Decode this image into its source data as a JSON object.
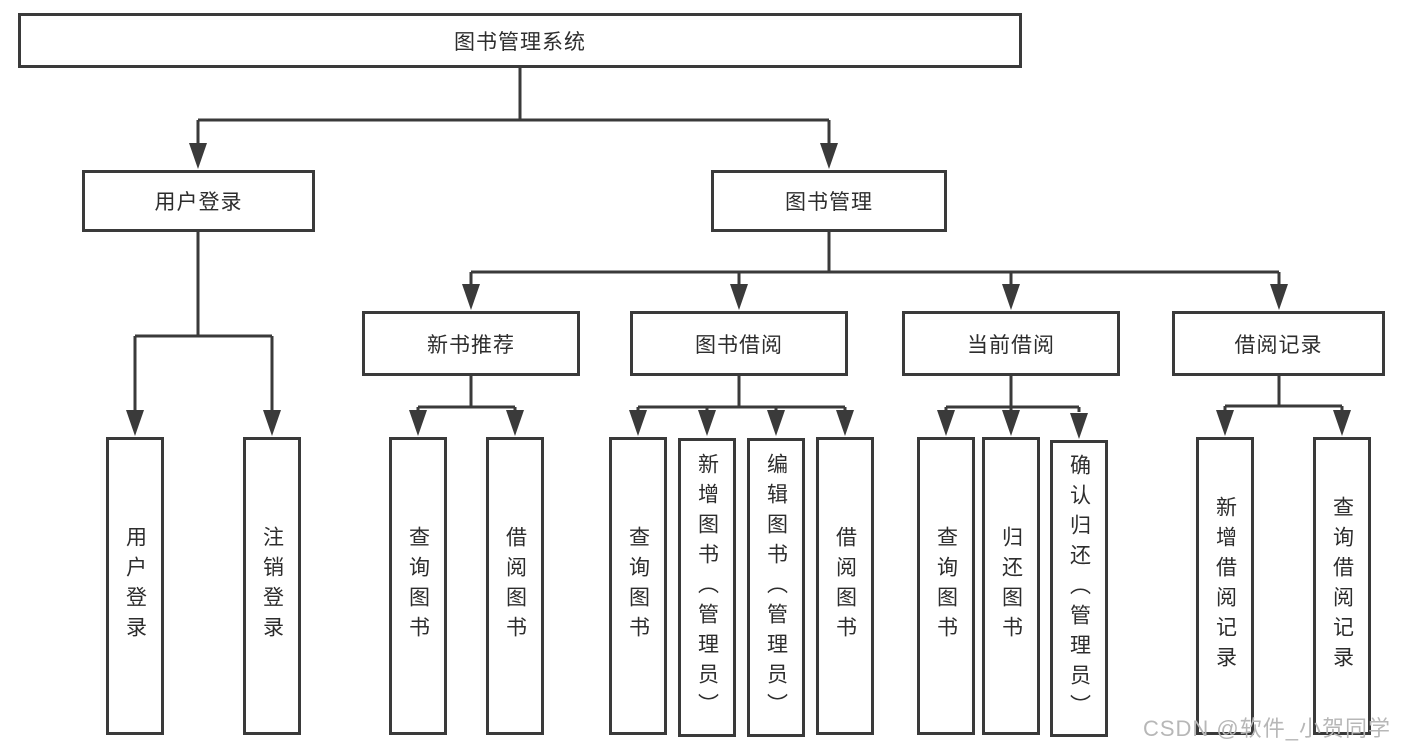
{
  "diagram_type": "function-structure-tree",
  "colors": {
    "line": "#3a3a3a",
    "box_border": "#3a3a3a",
    "text": "#2d2d2d",
    "watermark": "#b7b7b7",
    "background": "#ffffff"
  },
  "tree": {
    "root": {
      "label": "图书管理系统",
      "children": [
        {
          "label": "用户登录",
          "children": [
            {
              "label": "用户登录"
            },
            {
              "label": "注销登录"
            }
          ]
        },
        {
          "label": "图书管理",
          "children": [
            {
              "label": "新书推荐",
              "children": [
                {
                  "label": "查询图书"
                },
                {
                  "label": "借阅图书"
                }
              ]
            },
            {
              "label": "图书借阅",
              "children": [
                {
                  "label": "查询图书"
                },
                {
                  "label": "新增图书（管理员）"
                },
                {
                  "label": "编辑图书（管理员）"
                },
                {
                  "label": "借阅图书"
                }
              ]
            },
            {
              "label": "当前借阅",
              "children": [
                {
                  "label": "查询图书"
                },
                {
                  "label": "归还图书"
                },
                {
                  "label": "确认归还（管理员）"
                }
              ]
            },
            {
              "label": "借阅记录",
              "children": [
                {
                  "label": "新增借阅记录"
                },
                {
                  "label": "查询借阅记录"
                }
              ]
            }
          ]
        }
      ]
    }
  },
  "watermark": {
    "text": "CSDN @软件_小贺同学"
  }
}
